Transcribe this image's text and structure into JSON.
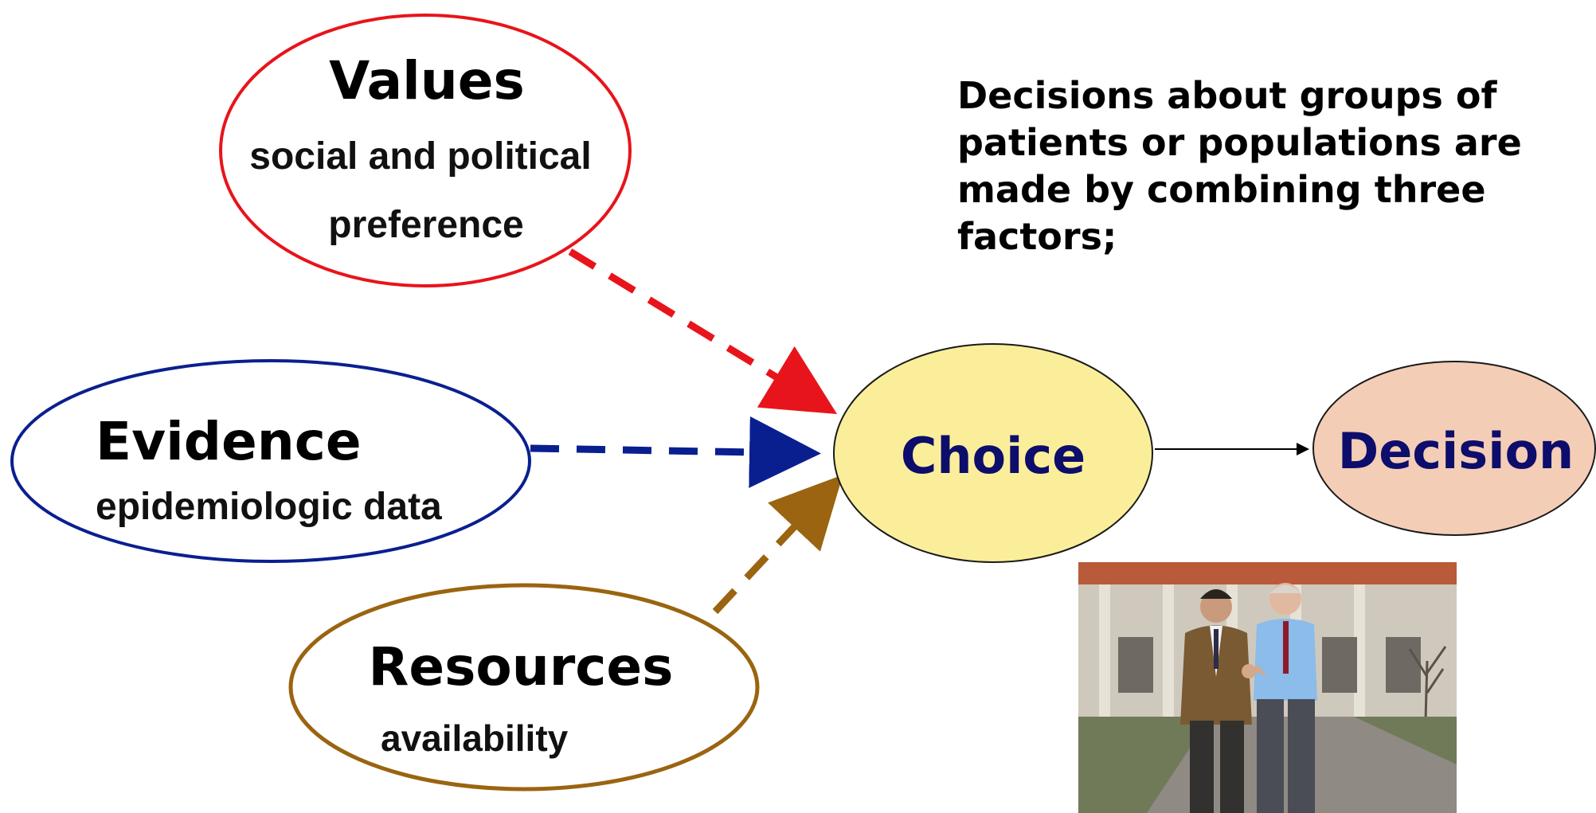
{
  "caption": {
    "lines": [
      "Decisions about groups of",
      "patients or populations are",
      "made by combining three",
      "factors;"
    ]
  },
  "values": {
    "title": "Values",
    "sub1": "social and political",
    "sub2": "preference",
    "color": "#e8141b"
  },
  "evidence": {
    "title": "Evidence",
    "sub": "epidemiologic data",
    "color": "#0a1f8f"
  },
  "resources": {
    "title": "Resources",
    "sub": "availability",
    "color": "#9a6410"
  },
  "choice": {
    "label": "Choice",
    "fill": "#fbee9b"
  },
  "decision": {
    "label": "Decision",
    "fill": "#f4cdb6"
  },
  "photo": {
    "description_icon": "photo-two-men-shaking-hands"
  }
}
